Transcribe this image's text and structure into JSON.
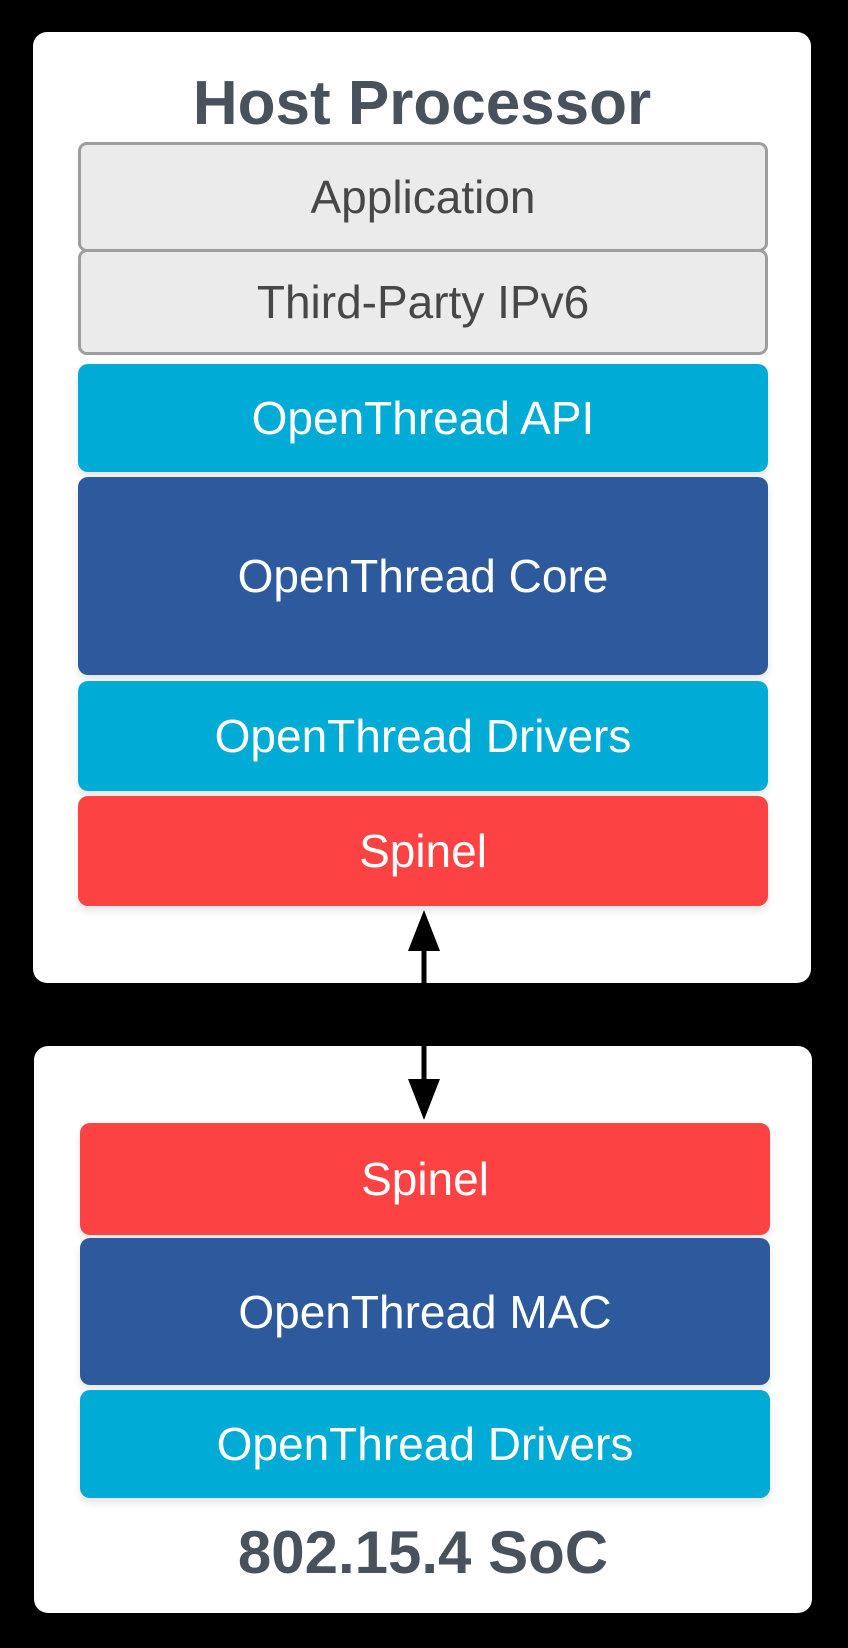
{
  "host_panel": {
    "title": "Host Processor",
    "layers": [
      {
        "label": "Application",
        "type": "gray",
        "color": "#ebebeb"
      },
      {
        "label": "Third-Party IPv6",
        "type": "gray",
        "color": "#ebebeb"
      },
      {
        "label": "OpenThread API",
        "type": "cyan",
        "color": "#00abd6"
      },
      {
        "label": "OpenThread Core",
        "type": "blue",
        "color": "#2d5a9d"
      },
      {
        "label": "OpenThread Drivers",
        "type": "cyan",
        "color": "#00abd6"
      },
      {
        "label": "Spinel",
        "type": "red",
        "color": "#fd4243"
      }
    ]
  },
  "soc_panel": {
    "caption": "802.15.4 SoC",
    "layers": [
      {
        "label": "Spinel",
        "type": "red",
        "color": "#fd4243"
      },
      {
        "label": "OpenThread MAC",
        "type": "blue",
        "color": "#2d5a9d"
      },
      {
        "label": "OpenThread Drivers",
        "type": "cyan",
        "color": "#00abd6"
      }
    ]
  },
  "connector": {
    "direction": "bidirectional",
    "color": "#000000"
  },
  "colors": {
    "background": "#000000",
    "panel": "#ffffff",
    "gray_fill": "#ebebeb",
    "gray_border": "#9e9e9e",
    "cyan": "#00abd6",
    "blue": "#2d5a9d",
    "red": "#fd4243",
    "dark_text": "#47525d",
    "light_text": "#ffffff"
  }
}
